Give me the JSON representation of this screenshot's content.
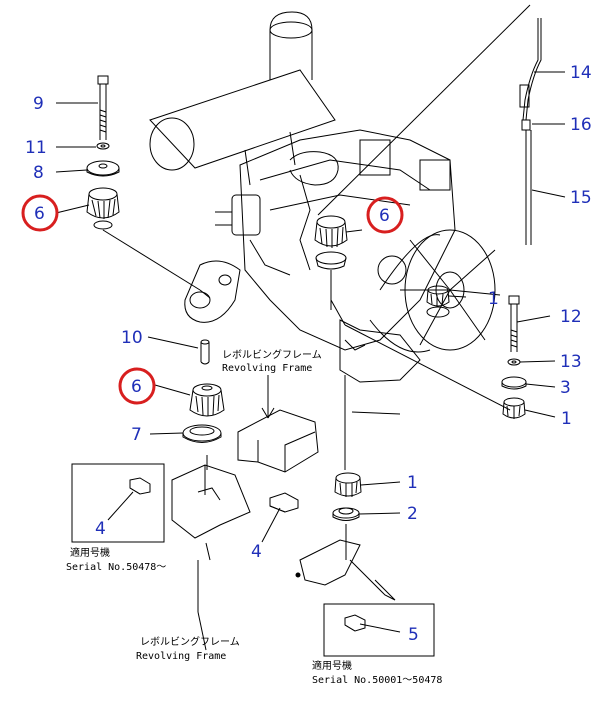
{
  "colors": {
    "callout": "#1f2fb8",
    "highlight": "#d81f1f",
    "line": "#000000"
  },
  "callouts": {
    "c1a": "1",
    "c1b": "1",
    "c1c": "1",
    "c2": "2",
    "c3": "3",
    "c4a": "4",
    "c4b": "4",
    "c5": "5",
    "c6a": "6",
    "c6b": "6",
    "c6c": "6",
    "c7": "7",
    "c8": "8",
    "c9": "9",
    "c10": "10",
    "c11": "11",
    "c12": "12",
    "c13": "13",
    "c14": "14",
    "c15": "15",
    "c16": "16"
  },
  "labels": {
    "frame_jp": "レボルビングフレーム",
    "frame_en": "Revolving Frame",
    "applicable_jp": "適用号機",
    "serial_left": "Serial No.50478～",
    "serial_right": "Serial No.50001～50478"
  }
}
